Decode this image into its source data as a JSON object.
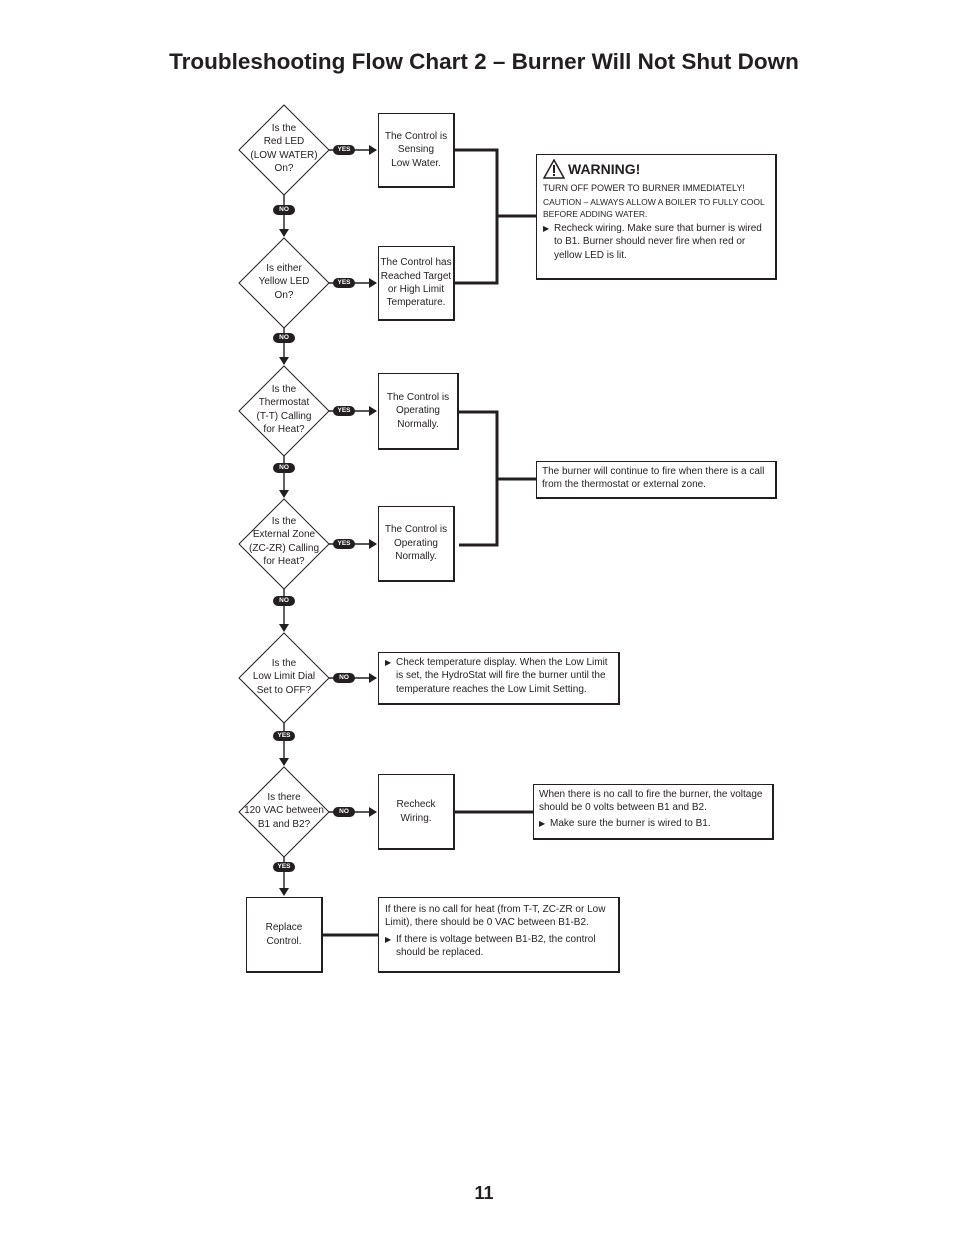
{
  "title": "Troubleshooting Flow Chart 2 – Burner Will Not Shut Down",
  "page_number": "11",
  "labels": {
    "yes": "YES",
    "no": "NO"
  },
  "decisions": [
    "Is the\nRed LED\n(LOW WATER)\nOn?",
    "Is either\nYellow LED\nOn?",
    "Is the\nThermostat\n(T-T) Calling\nfor Heat?",
    "Is the\nExternal Zone\n(ZC-ZR) Calling\nfor Heat?",
    "Is the\nLow Limit Dial\nSet to OFF?",
    "Is there\n120 VAC between\nB1 and B2?"
  ],
  "results": {
    "low_water": "The Control is\nSensing\nLow Water.",
    "high_limit": "The Control has\nReached Target\nor High Limit\nTemperature.",
    "thermostat_normal": "The Control is\nOperating\nNormally.",
    "zone_normal": "The Control is\nOperating\nNormally.",
    "recheck_wiring": "Recheck\nWiring.",
    "replace_control": "Replace\nControl."
  },
  "warning": {
    "heading": "WARNING!",
    "line1": "TURN OFF POWER TO BURNER IMMEDIATELY!",
    "caution": "CAUTION – ALWAYS ALLOW A BOILER TO FULLY COOL BEFORE ADDING WATER.",
    "bullet": "Recheck wiring. Make sure that burner is wired to B1. Burner should never fire when red or yellow LED is lit."
  },
  "notes": {
    "burner_continue": "The burner will continue to fire when there is a call from the thermostat or external zone.",
    "low_limit_bullet": "Check temperature display. When the Low Limit is set, the HydroStat will fire the burner until the temperature reaches the Low Limit Setting.",
    "voltage_text": "When there is no call to fire the burner, the voltage should be 0 volts between B1 and B2.",
    "voltage_bullet": "Make sure the burner is wired to B1.",
    "replace_text": "If there is no call for heat (from T-T, ZC-ZR or Low Limit), there should be 0 VAC between B1-B2.",
    "replace_bullet": "If there is voltage between B1-B2, the control should be replaced."
  }
}
